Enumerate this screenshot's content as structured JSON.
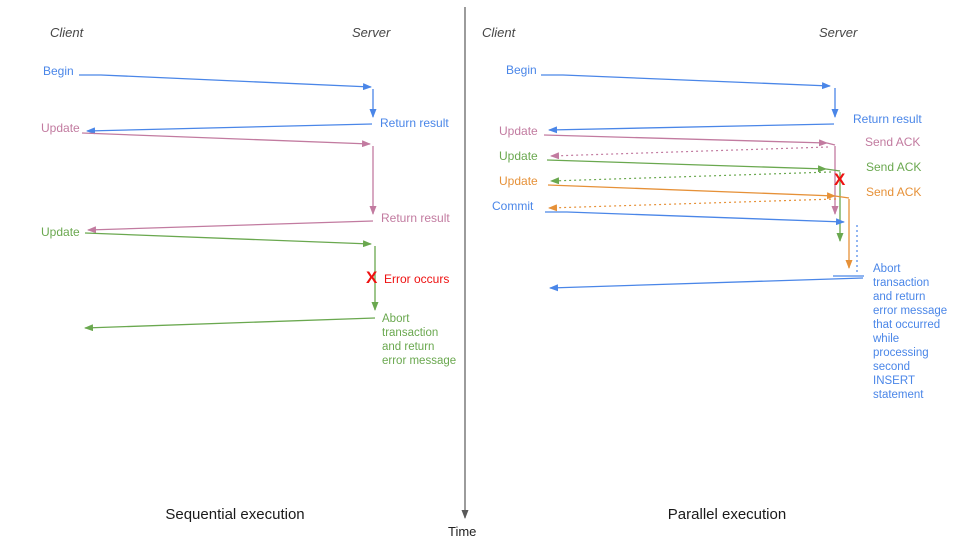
{
  "diagram": {
    "time_axis_label": "Time",
    "colors": {
      "blue": "#4a86e8",
      "pink": "#c27ba0",
      "green": "#6aa84f",
      "orange": "#e69138",
      "red": "#ee1111",
      "axis_gray": "#595959"
    }
  },
  "left": {
    "caption": "Sequential execution",
    "client_label": "Client",
    "server_label": "Server",
    "begin": {
      "label": "Begin",
      "response": "Return result"
    },
    "update1": {
      "label": "Update",
      "response": "Return result"
    },
    "update2": {
      "label": "Update"
    },
    "error": {
      "mark": "X",
      "label": "Error occurs"
    },
    "abort_lines": [
      "Abort",
      "transaction",
      "and return",
      "error message"
    ]
  },
  "right": {
    "caption": "Parallel execution",
    "client_label": "Client",
    "server_label": "Server",
    "begin": {
      "label": "Begin",
      "response": "Return result"
    },
    "update1": {
      "label": "Update",
      "ack": "Send ACK"
    },
    "update2": {
      "label": "Update",
      "ack": "Send ACK"
    },
    "update3": {
      "label": "Update",
      "ack": "Send ACK"
    },
    "commit": {
      "label": "Commit"
    },
    "error": {
      "mark": "X"
    },
    "abort_lines": [
      "Abort",
      "transaction",
      "and return",
      "error message",
      "that occurred",
      "while",
      "processing",
      "second",
      "INSERT",
      "statement"
    ]
  }
}
